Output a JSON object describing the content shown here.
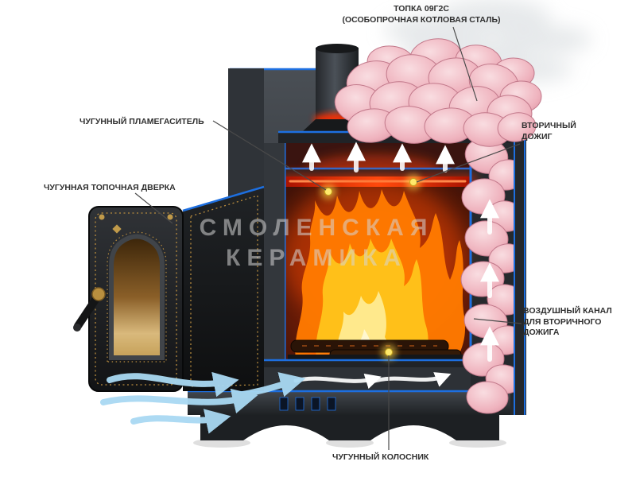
{
  "labels": {
    "topka": {
      "line1": "ТОПКА 09Г2С",
      "line2": "(ОСОБОПРОЧНАЯ КОТЛОВАЯ СТАЛЬ)"
    },
    "flame_arrester": "ЧУГУННЫЙ ПЛАМЕГАСИТЕЛЬ",
    "door": "ЧУГУННАЯ ТОПОЧНАЯ ДВЕРКА",
    "secondary_burn": "ВТОРИЧНЫЙ ДОЖИГ",
    "air_channel": "ВОЗДУШНЫЙ КАНАЛ ДЛЯ ВТОРИЧНОГО ДОЖИГА",
    "grate": "ЧУГУННЫЙ КОЛОСНИК"
  },
  "watermark": {
    "line1": "СМОЛЕНСКАЯ",
    "line2": "КЕРАМИКА"
  },
  "colors": {
    "edge_blue": "#1d6fe0",
    "stone_pink": "#efb3be",
    "fire_orange": "#ff7a00",
    "fire_yellow": "#ffc21a",
    "metal_dark": "#2b2f33",
    "marker_yellow": "#ffe24a",
    "leader_line": "#4a4a4a",
    "air_arrow_blue": "#a9d9f3"
  }
}
